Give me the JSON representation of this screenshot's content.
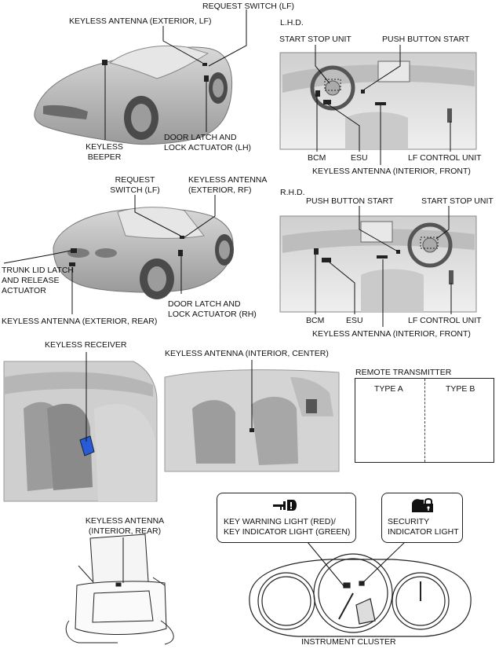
{
  "colors": {
    "photo_bg": "#e7e7e7",
    "car_body": "#bdbdbd",
    "car_shadow": "#8a8a8a",
    "line": "#111111",
    "receiver_highlight": "#2a5bd7"
  },
  "labels": {
    "request_switch_lf_top": "REQUEST SWITCH (LF)",
    "keyless_antenna_exterior_lf": "KEYLESS ANTENNA (EXTERIOR, LF)",
    "keyless_beeper": "KEYLESS\nBEEPER",
    "door_latch_lh": "DOOR LATCH AND\nLOCK ACTUATOR (LH)",
    "request_switch_lf_mid": "REQUEST\nSWITCH (LF)",
    "keyless_antenna_exterior_rf": "KEYLESS ANTENNA\n(EXTERIOR, RF)",
    "trunk_lid_latch": "TRUNK LID LATCH\nAND RELEASE\nACTUATOR",
    "door_latch_rh": "DOOR LATCH AND\nLOCK ACTUATOR (RH)",
    "keyless_antenna_exterior_rear": "KEYLESS ANTENNA (EXTERIOR, REAR)",
    "lhd": "L.H.D.",
    "start_stop_unit_lhd": "START STOP UNIT",
    "push_button_start_lhd": "PUSH BUTTON START",
    "bcm_lhd": "BCM",
    "esu_lhd": "ESU",
    "lf_control_unit_lhd": "LF CONTROL UNIT",
    "keyless_antenna_interior_front_lhd": "KEYLESS ANTENNA (INTERIOR, FRONT)",
    "rhd": "R.H.D.",
    "push_button_start_rhd": "PUSH BUTTON START",
    "start_stop_unit_rhd": "START STOP UNIT",
    "bcm_rhd": "BCM",
    "esu_rhd": "ESU",
    "lf_control_unit_rhd": "LF CONTROL UNIT",
    "keyless_antenna_interior_front_rhd": "KEYLESS ANTENNA (INTERIOR, FRONT)",
    "keyless_receiver": "KEYLESS RECEIVER",
    "keyless_antenna_interior_center": "KEYLESS ANTENNA (INTERIOR, CENTER)",
    "remote_transmitter": "REMOTE TRANSMITTER",
    "type_a": "TYPE A",
    "type_b": "TYPE B",
    "keyless_antenna_interior_rear": "KEYLESS ANTENNA\n(INTERIOR, REAR)",
    "key_warning_light": "KEY WARNING LIGHT (RED)/\nKEY INDICATOR LIGHT (GREEN)",
    "security_indicator_light": "SECURITY\nINDICATOR LIGHT",
    "instrument_cluster": "INSTRUMENT CLUSTER"
  },
  "icons": {
    "key_warning": "key-warning-icon",
    "security": "security-lock-icon"
  }
}
